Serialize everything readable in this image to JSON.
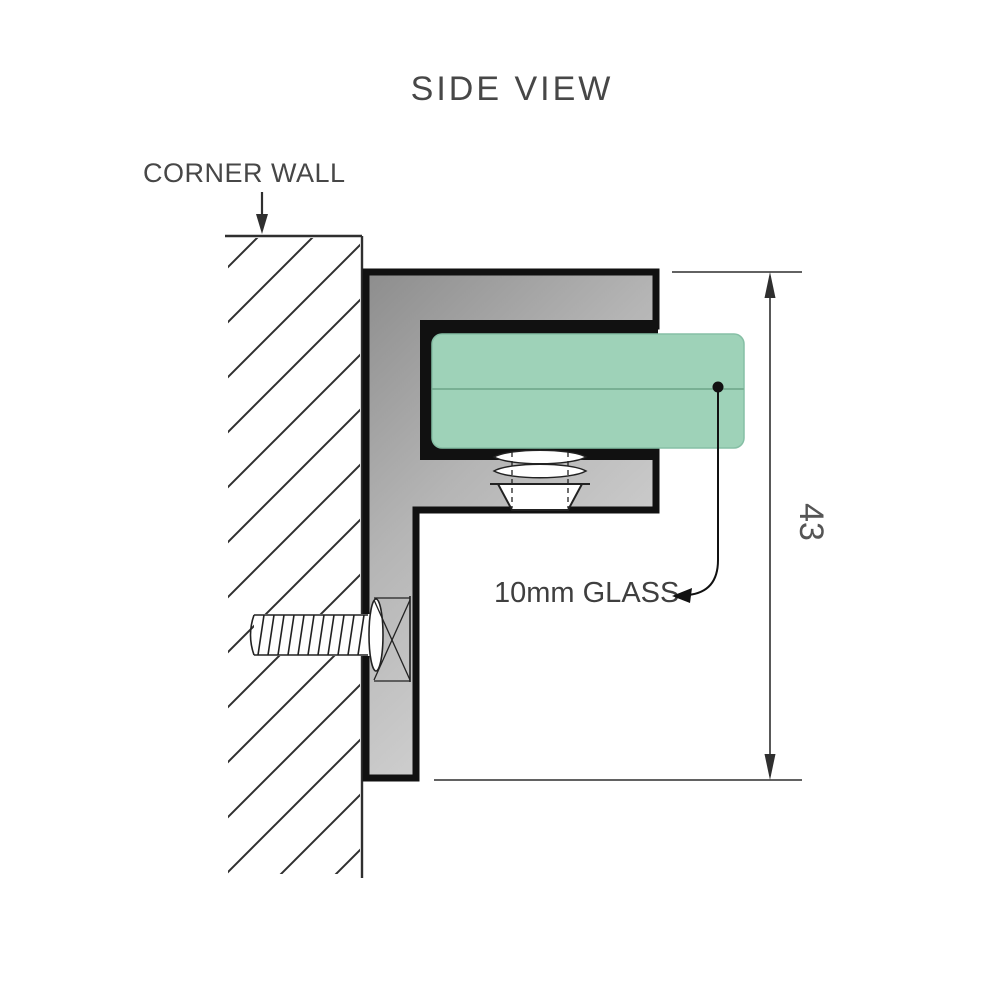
{
  "title": "SIDE VIEW",
  "labels": {
    "corner_wall": "CORNER WALL",
    "glass": "10mm GLASS"
  },
  "dimension": {
    "value": "43"
  },
  "colors": {
    "glass_green": "#9ed2b8",
    "glass_edge": "#7fb79c",
    "metal_dark": "#8d8d8d",
    "metal_light": "#d6d6d6",
    "outline_black": "#111111",
    "text_gray": "#474747",
    "line_gray": "#2f2f2f"
  }
}
